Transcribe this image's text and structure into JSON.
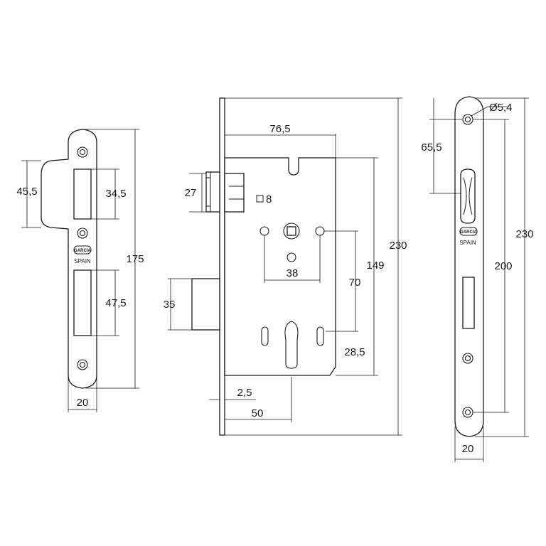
{
  "strike_plate": {
    "dim_width": "20",
    "dim_height": "175",
    "dim_lip": "45,5",
    "dim_upper_slot": "34,5",
    "dim_lower_slot": "47,5",
    "logo_text": "GARCIA",
    "country_text": "SPAIN"
  },
  "lock_body": {
    "dim_width": "76,5",
    "dim_total_height": "230",
    "dim_case_height": "149",
    "dim_latch": "27",
    "dim_square": "8",
    "dim_hole_spacing": "38",
    "dim_center": "70",
    "dim_cylinder": "28,5",
    "dim_bolt": "35",
    "dim_faceplate": "2,5",
    "dim_backset": "50"
  },
  "face_plate": {
    "dim_width": "20",
    "dim_total_height": "230",
    "dim_screw_spacing": "200",
    "dim_latch_offset": "65,5",
    "dim_screw_diameter": "Ø5,4",
    "logo_text": "GARCIA",
    "country_text": "SPAIN"
  }
}
